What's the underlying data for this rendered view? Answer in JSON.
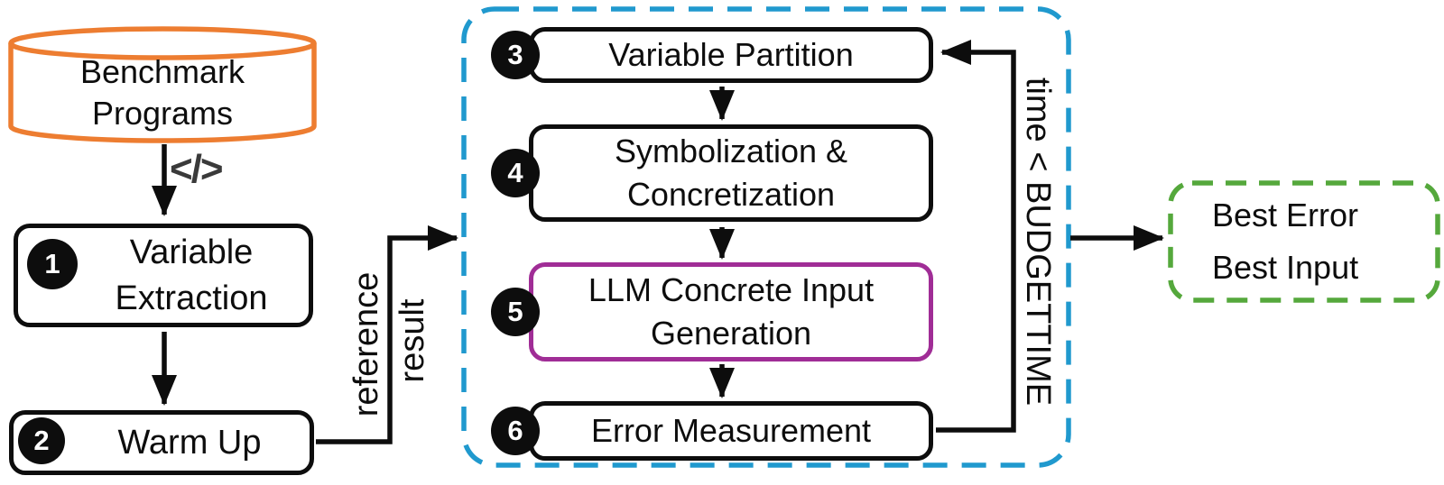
{
  "nodes": {
    "benchmark_programs": {
      "lines": [
        "Benchmark",
        "Programs"
      ]
    },
    "variable_extraction": {
      "num": "1",
      "lines": [
        "Variable",
        "Extraction"
      ]
    },
    "warm_up": {
      "num": "2",
      "lines": [
        "Warm Up"
      ]
    },
    "variable_partition": {
      "num": "3",
      "lines": [
        "Variable Partition"
      ]
    },
    "symbolization_concretization": {
      "num": "4",
      "lines": [
        "Symbolization &",
        "Concretization"
      ]
    },
    "llm_concrete_input_generation": {
      "num": "5",
      "lines": [
        "LLM Concrete Input",
        "Generation"
      ]
    },
    "error_measurement": {
      "num": "6",
      "lines": [
        "Error Measurement"
      ]
    },
    "best_output": {
      "lines": [
        "Best Error",
        "Best Input"
      ]
    }
  },
  "edge_labels": {
    "code_icon": "</>",
    "reference_result": [
      "reference",
      "result"
    ],
    "loop_condition": "time < BUDGETTIME"
  },
  "colors": {
    "benchmark_store_stroke": "#ED7D31",
    "loop_container_stroke": "#2099CE",
    "llm_node_stroke": "#A02D96",
    "output_node_stroke": "#55A83C",
    "node_stroke": "#0d0d0d"
  }
}
